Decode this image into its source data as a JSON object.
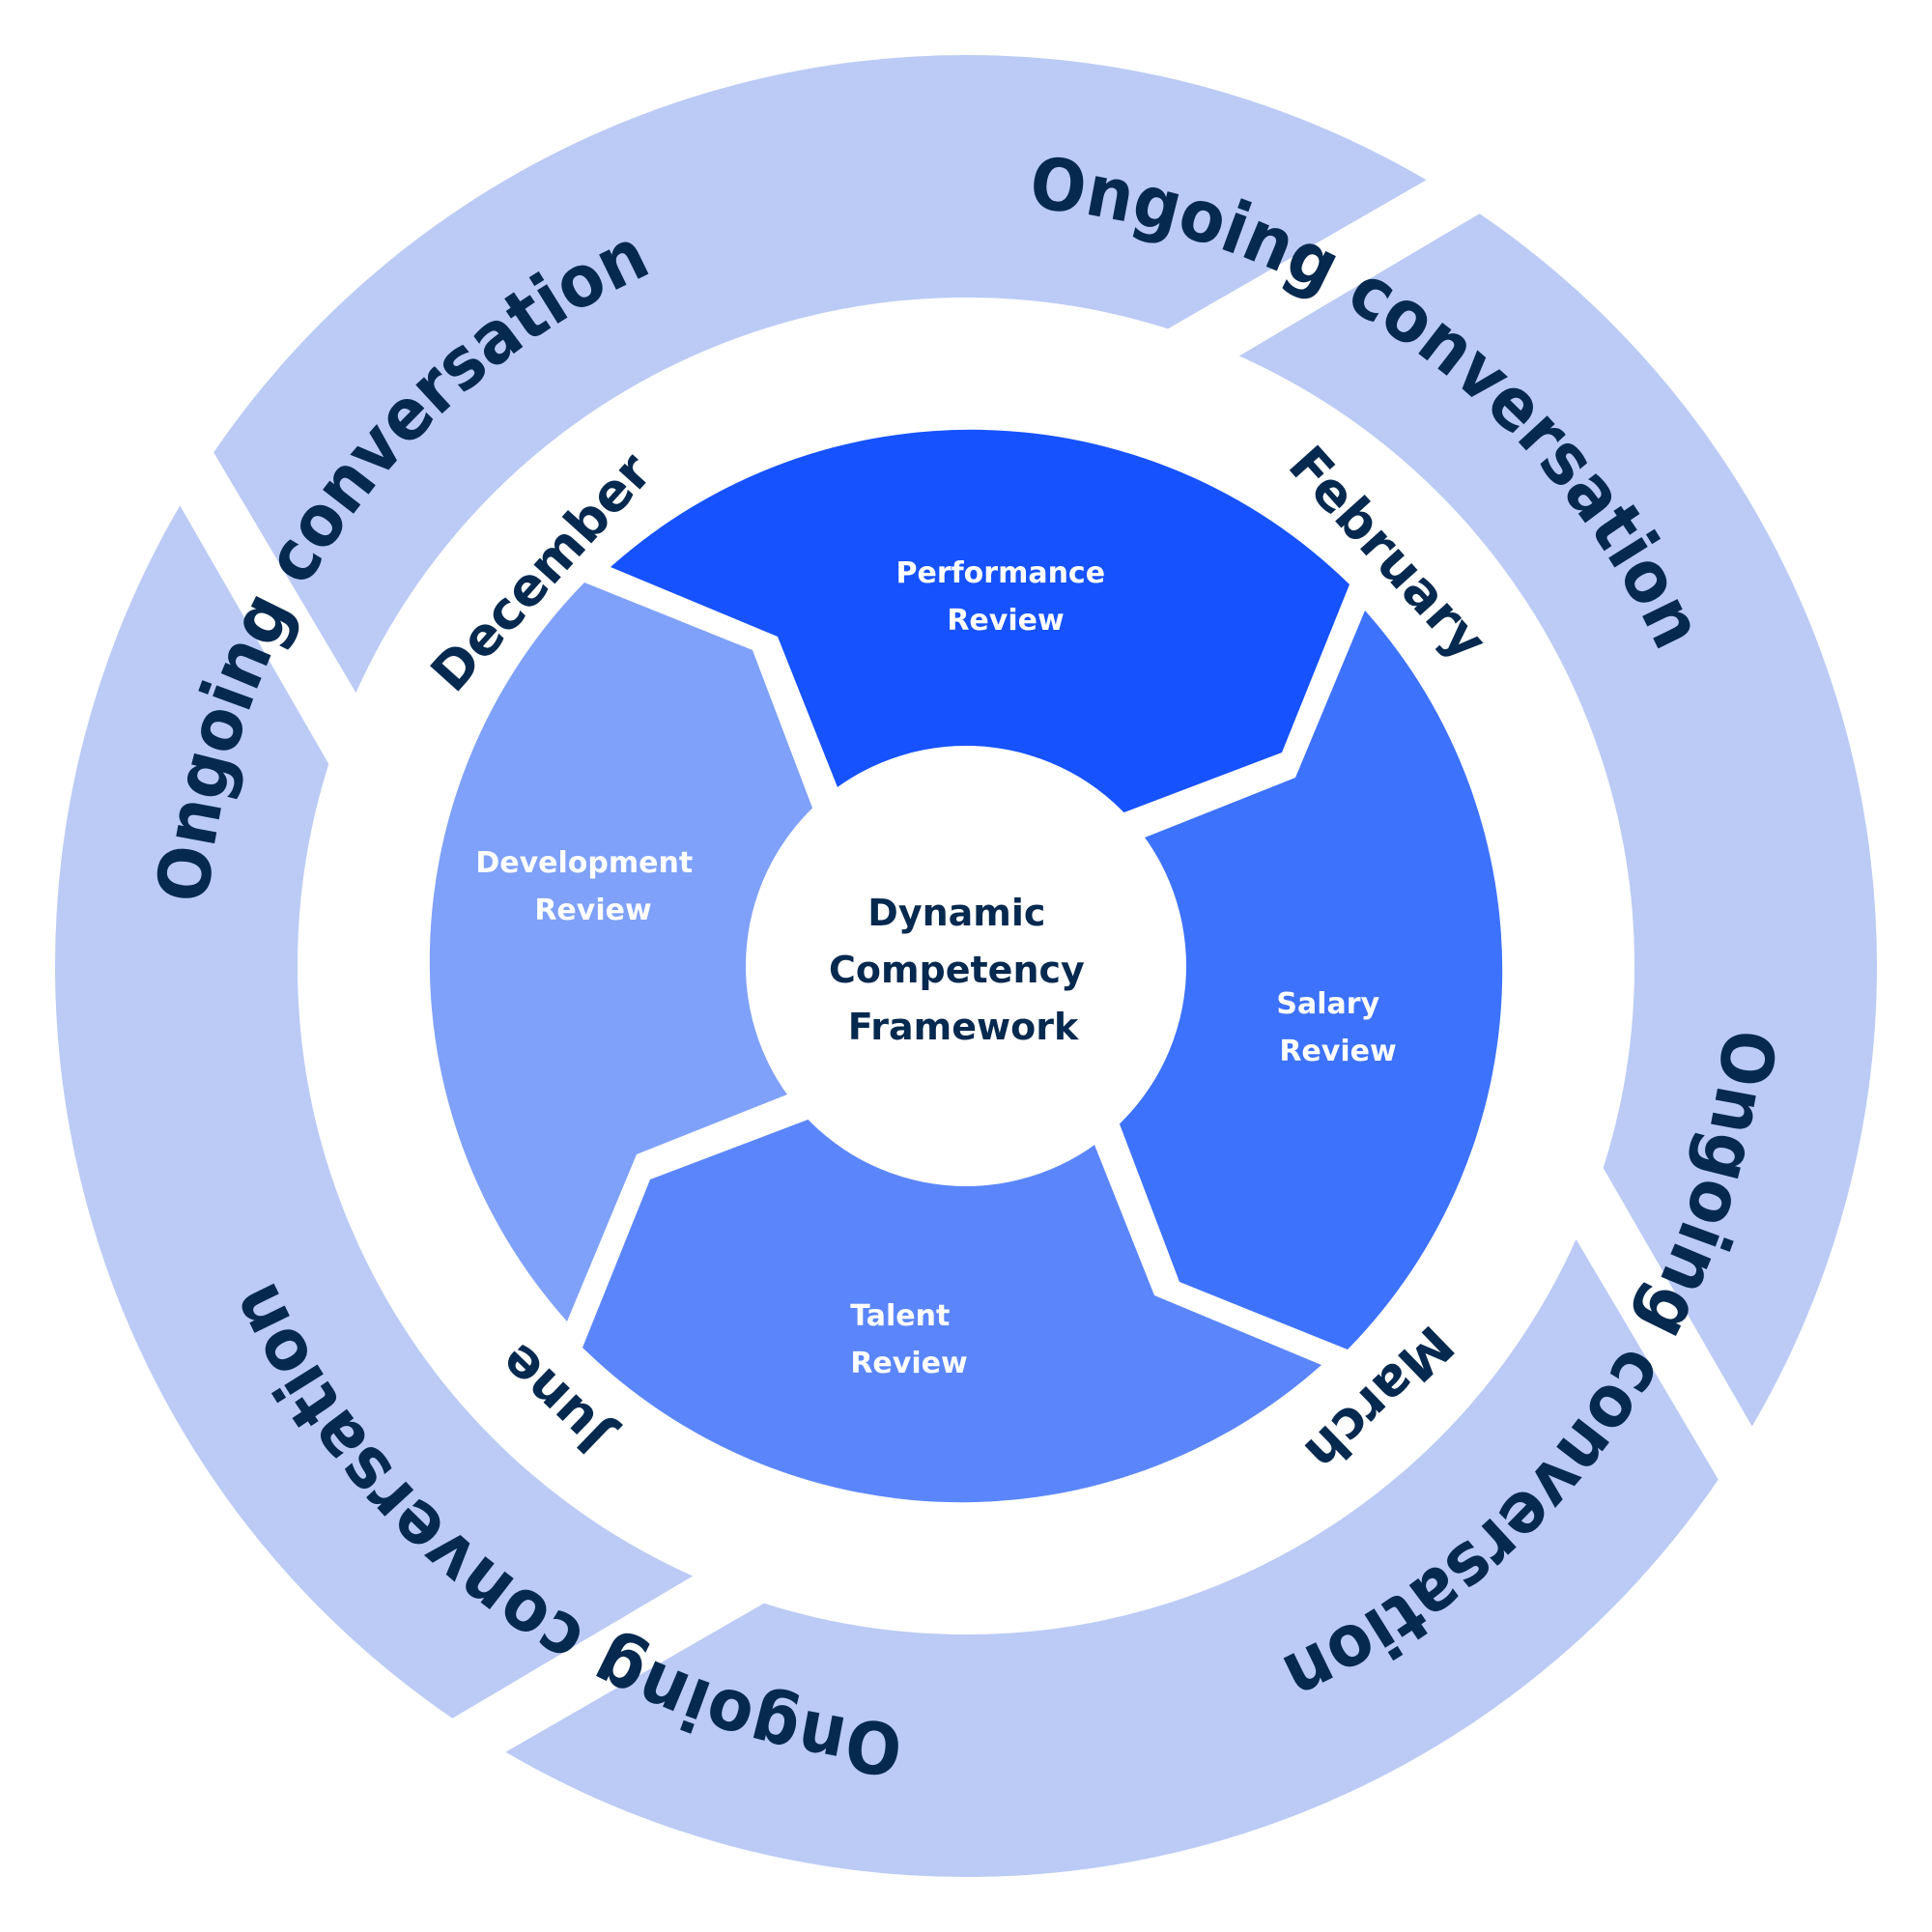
{
  "title": "Dynamic Competency Framework cycle",
  "colors": {
    "outer_ring": "#BBCBF5",
    "text_dark": "#05294F",
    "text_light": "#FFFFFF",
    "background": "#FFFFFF"
  },
  "center": {
    "lines": [
      "Dynamic",
      "Competency",
      "Framework"
    ]
  },
  "outer_ring": {
    "segments": [
      {
        "label": "Ongoing conversation"
      },
      {
        "label": "Ongoing conversation"
      },
      {
        "label": "Ongoing conversation"
      },
      {
        "label": "Ongoing conversation"
      }
    ]
  },
  "reviews": [
    {
      "lines": [
        "Performance",
        "Review"
      ],
      "color": "#1652FE"
    },
    {
      "lines": [
        "Salary",
        "Review"
      ],
      "color": "#3D72FC"
    },
    {
      "lines": [
        "Talent",
        "Review"
      ],
      "color": "#5B86FB"
    },
    {
      "lines": [
        "Development",
        "Review"
      ],
      "color": "#7FA1F9"
    }
  ],
  "months": [
    {
      "label": "February"
    },
    {
      "label": "March"
    },
    {
      "label": "June"
    },
    {
      "label": "December"
    }
  ]
}
